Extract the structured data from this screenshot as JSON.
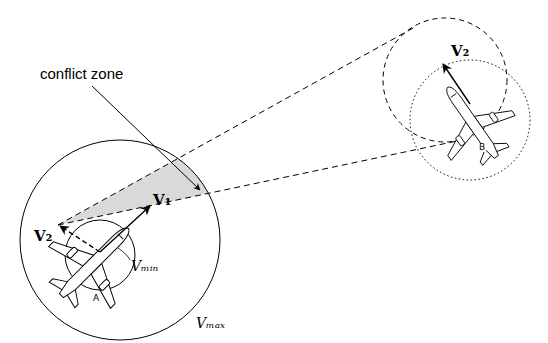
{
  "diagram": {
    "labels": [
      "conflict zone",
      "V₂",
      "V₁",
      "Vₘᵢₙ",
      "A",
      "Vₘₐₓ",
      "V₂",
      "B"
    ]
  }
}
